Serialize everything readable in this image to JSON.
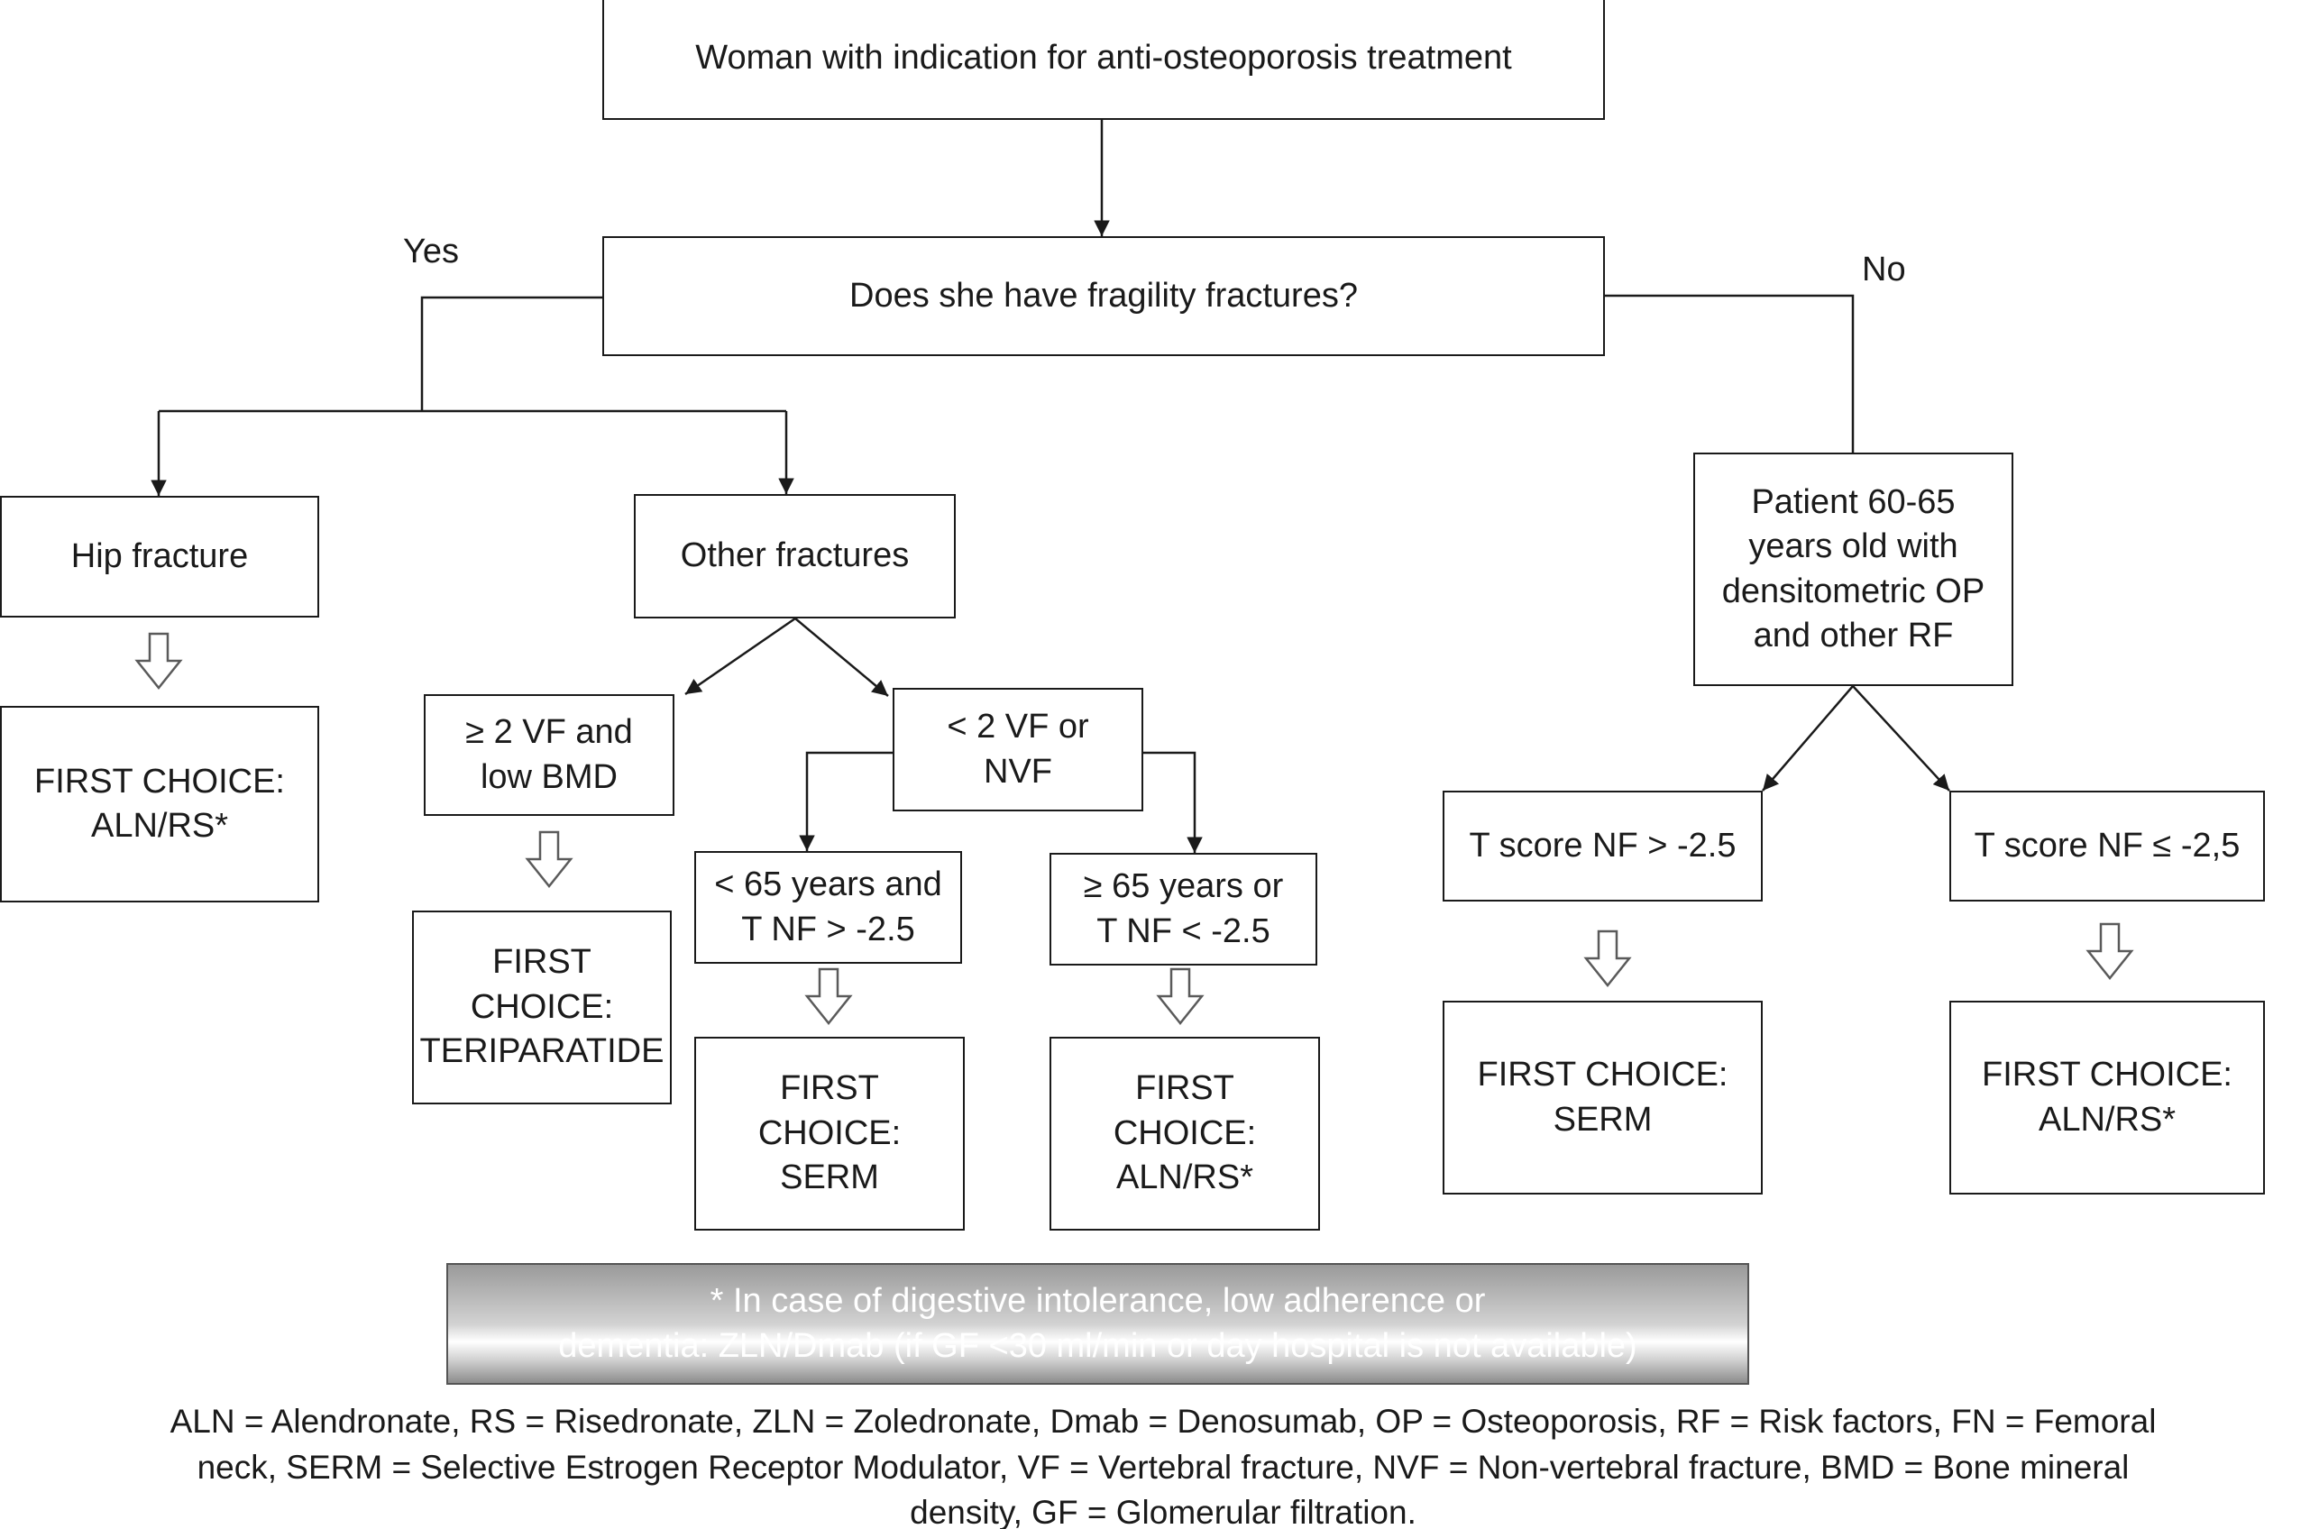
{
  "nodes": {
    "start": "Woman with indication for anti-osteoporosis treatment",
    "question": "Does she have fragility fractures?",
    "hip_fracture": "Hip fracture",
    "other_fractures": "Other fractures",
    "patient_60_65": "Patient 60-65\nyears old with\ndensitometric OP\nand other RF",
    "two_vf_low_bmd": "≥  2 VF and\nlow BMD",
    "lt_two_vf_nvf": "< 2 VF or\nNVF",
    "lt_65_years": "< 65 years and\nT NF > -2.5",
    "ge_65_years": "≥ 65 years or\nT NF < -2.5",
    "t_score_gt": "T score NF > -2.5",
    "t_score_le": "T score NF ≤ -2,5",
    "fc_hip": "FIRST CHOICE:\nALN/RS*",
    "fc_teriparatide": "FIRST\nCHOICE:\nTERIPARATIDE",
    "fc_serm_left": "FIRST\nCHOICE:\nSERM",
    "fc_alnrs_mid": "FIRST\nCHOICE:\nALN/RS*",
    "fc_serm_right": "FIRST CHOICE:\nSERM",
    "fc_alnrs_right": "FIRST CHOICE:\nALN/RS*"
  },
  "branch_labels": {
    "yes": "Yes",
    "no": "No"
  },
  "note": "* In case of digestive intolerance, low adherence or\ndementia: ZLN/Dmab (if GF <30 ml/min or day hospital is not available)",
  "legend": {
    "line1": "ALN = Alendronate, RS = Risedronate, ZLN = Zoledronate, Dmab = Denosumab, OP = Osteoporosis, RF = Risk factors, FN = Femoral",
    "line2": "neck, SERM = Selective Estrogen Receptor Modulator, VF = Vertebral fracture, NVF = Non-vertebral fracture, BMD = Bone mineral",
    "line3": "density, GF = Glomerular filtration."
  }
}
